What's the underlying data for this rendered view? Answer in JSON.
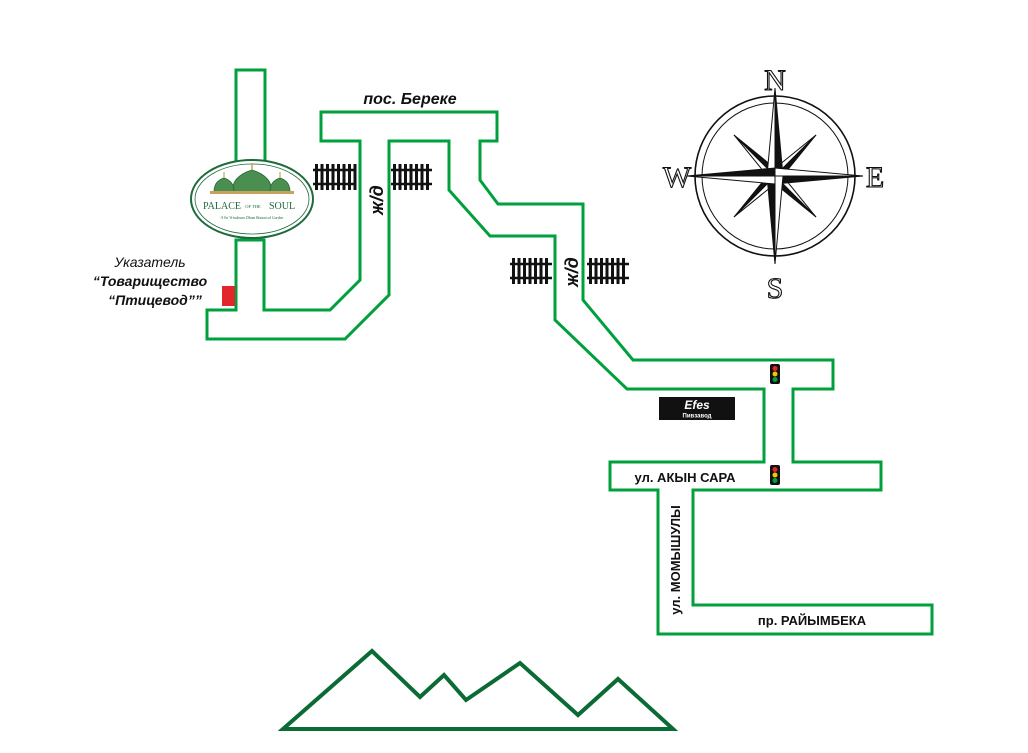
{
  "colors": {
    "road_outline": "#00a03c",
    "label_text": "#111111",
    "rail": "#111111",
    "pointer_marker": "#e3262c",
    "traffic_light_body": "#111111",
    "light_red": "#e3262c",
    "light_yellow": "#f5c400",
    "light_green": "#00a03c",
    "mountains": "#0b6b35",
    "logo_green": "#1d6b3a",
    "logo_gold": "#c8a25a"
  },
  "labels": {
    "bereke": "пос. Береке",
    "pointer_line1": "Указатель",
    "pointer_line2": "“Товарищество",
    "pointer_line3": "“Птицевод””",
    "akyn_sara": "ул. АКЫН САРА",
    "momyshuly": "ул. МОМЫШУЛЫ",
    "raiymbeka": "пр. РАЙЫМБЕКА"
  },
  "railway_crossings": [
    {
      "label": "ж/д"
    },
    {
      "label": "ж/д"
    }
  ],
  "landmark": {
    "name": "Efes",
    "subtitle": "Пивзавод"
  },
  "logo": {
    "main": "PALACE",
    "of_the": "OF THE",
    "soul": "SOUL",
    "tagline": "A Sri Vrindavan Dham Botanical Garden"
  },
  "compass": {
    "north": "N",
    "south": "S",
    "east": "E",
    "west": "W"
  },
  "traffic_lights": [
    {
      "name": "traffic-light-upper"
    },
    {
      "name": "traffic-light-lower"
    }
  ],
  "icons": [
    "compass-rose-icon",
    "railway-track-icon",
    "traffic-light-icon",
    "mountains-icon",
    "palace-logo-icon",
    "pointer-sign-icon"
  ]
}
